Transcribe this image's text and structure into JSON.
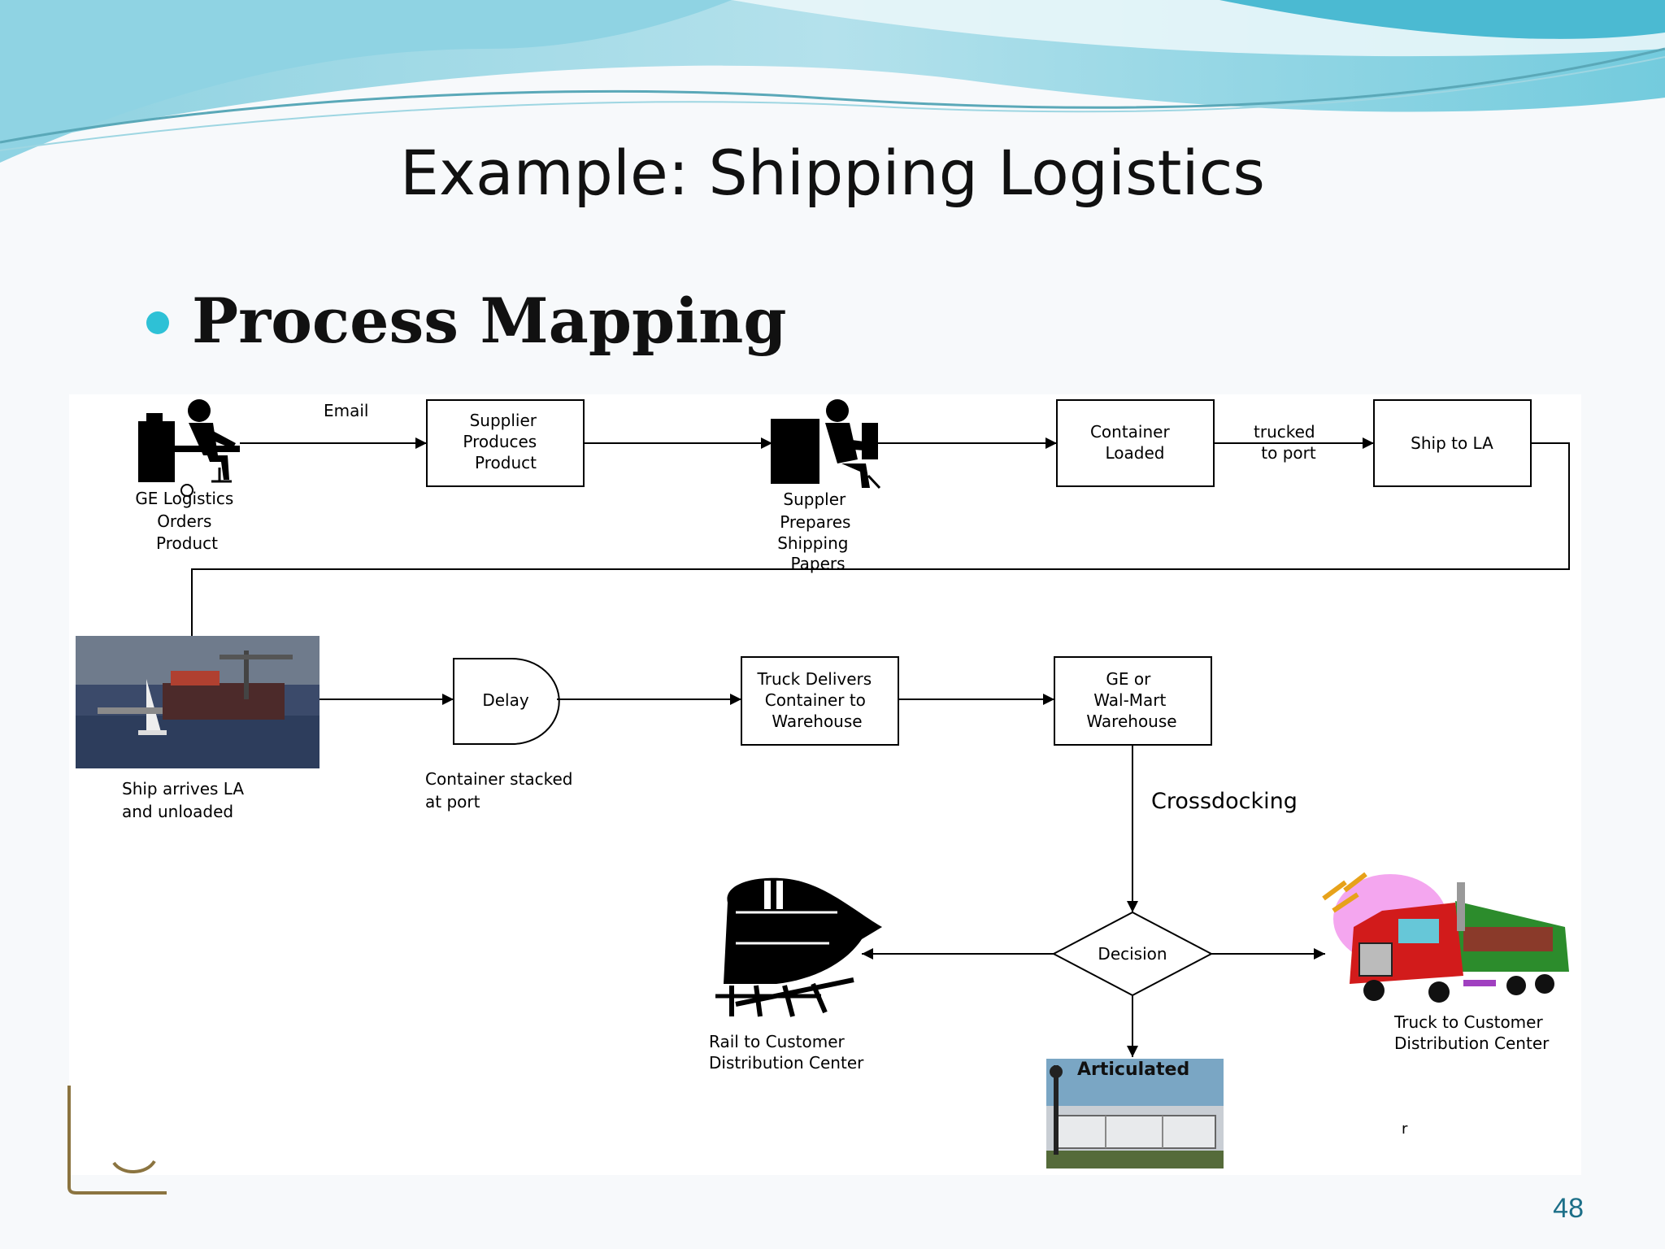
{
  "slide": {
    "title": "Example: Shipping Logistics",
    "bullet": "Process Mapping",
    "page_number": "48"
  },
  "diagram": {
    "email_label": "Email",
    "ge_logistics_caption": [
      "GE Logistics",
      "Orders",
      "Product"
    ],
    "supplier_produces": [
      "Supplier",
      "Produces",
      "Product"
    ],
    "supplier_prepares_caption": [
      "Suppler",
      "Prepares",
      "Shipping",
      "Papers"
    ],
    "container_loaded": [
      "Container",
      "Loaded"
    ],
    "trucked_label": [
      "trucked",
      "to port"
    ],
    "ship_to_la": "Ship to LA",
    "ship_arrives_caption": [
      "Ship arrives LA",
      "and unloaded"
    ],
    "delay": "Delay",
    "container_stacked_caption": [
      "Container stacked",
      "at port"
    ],
    "truck_delivers": [
      "Truck Delivers",
      "Container to",
      "Warehouse"
    ],
    "ge_walmart_warehouse": [
      "GE or",
      "Wal-Mart",
      "Warehouse"
    ],
    "crossdocking_label": "Crossdocking",
    "decision": "Decision",
    "rail_caption": [
      "Rail to Customer",
      "Distribution Center"
    ],
    "truck_caption": [
      "Truck to Customer",
      "Distribution Center"
    ],
    "articulated_label": "Articulated",
    "stray_mark": "r"
  },
  "colors": {
    "bullet": "#2ec1d6",
    "wave_light": "#cdeef4",
    "wave_dark": "#6fc7d8",
    "page_number": "#1c6f88",
    "bracket": "#8b7440"
  }
}
